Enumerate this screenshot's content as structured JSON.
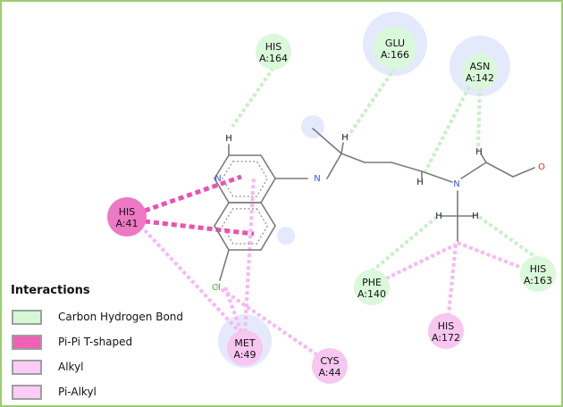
{
  "colors": {
    "frame": "#9ccc72",
    "carbon_hydrogen_bond": "#c6f2c9",
    "pi_pi_t_shaped": "#f060b4",
    "alkyl": "#f8b8f2",
    "pi_alkyl": "#f8b8f2",
    "residue_green_fill": "#daf8da",
    "residue_pink_fill": "#f7c6f1",
    "residue_hot_fill": "#ed78c4",
    "bond": "#7a7a7a",
    "nitrogen": "#3b55d6",
    "oxygen": "#e23020",
    "chlorine": "#38c038",
    "halo": "#dfe6fb"
  },
  "residues": [
    {
      "id": "his164",
      "name": "HIS",
      "chain": "A:164",
      "type": "carbon_hydrogen_bond"
    },
    {
      "id": "glu166",
      "name": "GLU",
      "chain": "A:166",
      "type": "carbon_hydrogen_bond"
    },
    {
      "id": "asn142",
      "name": "ASN",
      "chain": "A:142",
      "type": "carbon_hydrogen_bond"
    },
    {
      "id": "his41",
      "name": "HIS",
      "chain": "A:41",
      "type": "pi_pi_t_shaped"
    },
    {
      "id": "phe140",
      "name": "PHE",
      "chain": "A:140",
      "type": "carbon_hydrogen_bond"
    },
    {
      "id": "his163",
      "name": "HIS",
      "chain": "A:163",
      "type": "carbon_hydrogen_bond"
    },
    {
      "id": "his172",
      "name": "HIS",
      "chain": "A:172",
      "type": "alkyl"
    },
    {
      "id": "met49",
      "name": "MET",
      "chain": "A:49",
      "type": "alkyl"
    },
    {
      "id": "cys44",
      "name": "CYS",
      "chain": "A:44",
      "type": "alkyl"
    }
  ],
  "atoms": {
    "hydrogen": "H",
    "nitrogen": "N",
    "oxygen": "O",
    "chlorine": "Cl"
  },
  "legend": {
    "title": "Interactions",
    "items": [
      {
        "label": "Carbon Hydrogen Bond",
        "color": "#d6f8d6"
      },
      {
        "label": "Pi-Pi T-shaped",
        "color": "#f060b4"
      },
      {
        "label": "Alkyl",
        "color": "#fccbf6"
      },
      {
        "label": "Pi-Alkyl",
        "color": "#fccbf6"
      }
    ]
  }
}
